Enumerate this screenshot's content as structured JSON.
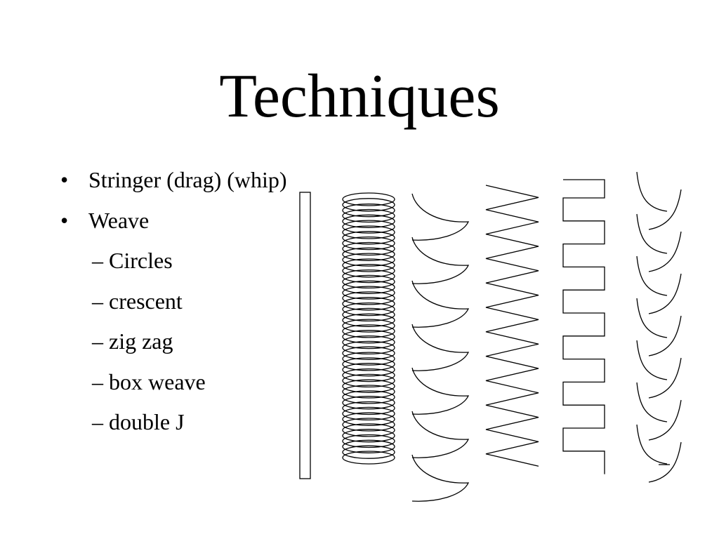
{
  "slide": {
    "title": "Techniques",
    "bullets": [
      {
        "marker": "•",
        "text": "Stringer (drag) (whip)"
      },
      {
        "marker": "•",
        "text": "Weave"
      }
    ],
    "sub_bullets": [
      "– Circles",
      "– crescent",
      "– zig zag",
      "– box weave",
      "– double J"
    ]
  },
  "colors": {
    "background": "#ffffff",
    "text": "#000000",
    "strokes": "#000000"
  }
}
